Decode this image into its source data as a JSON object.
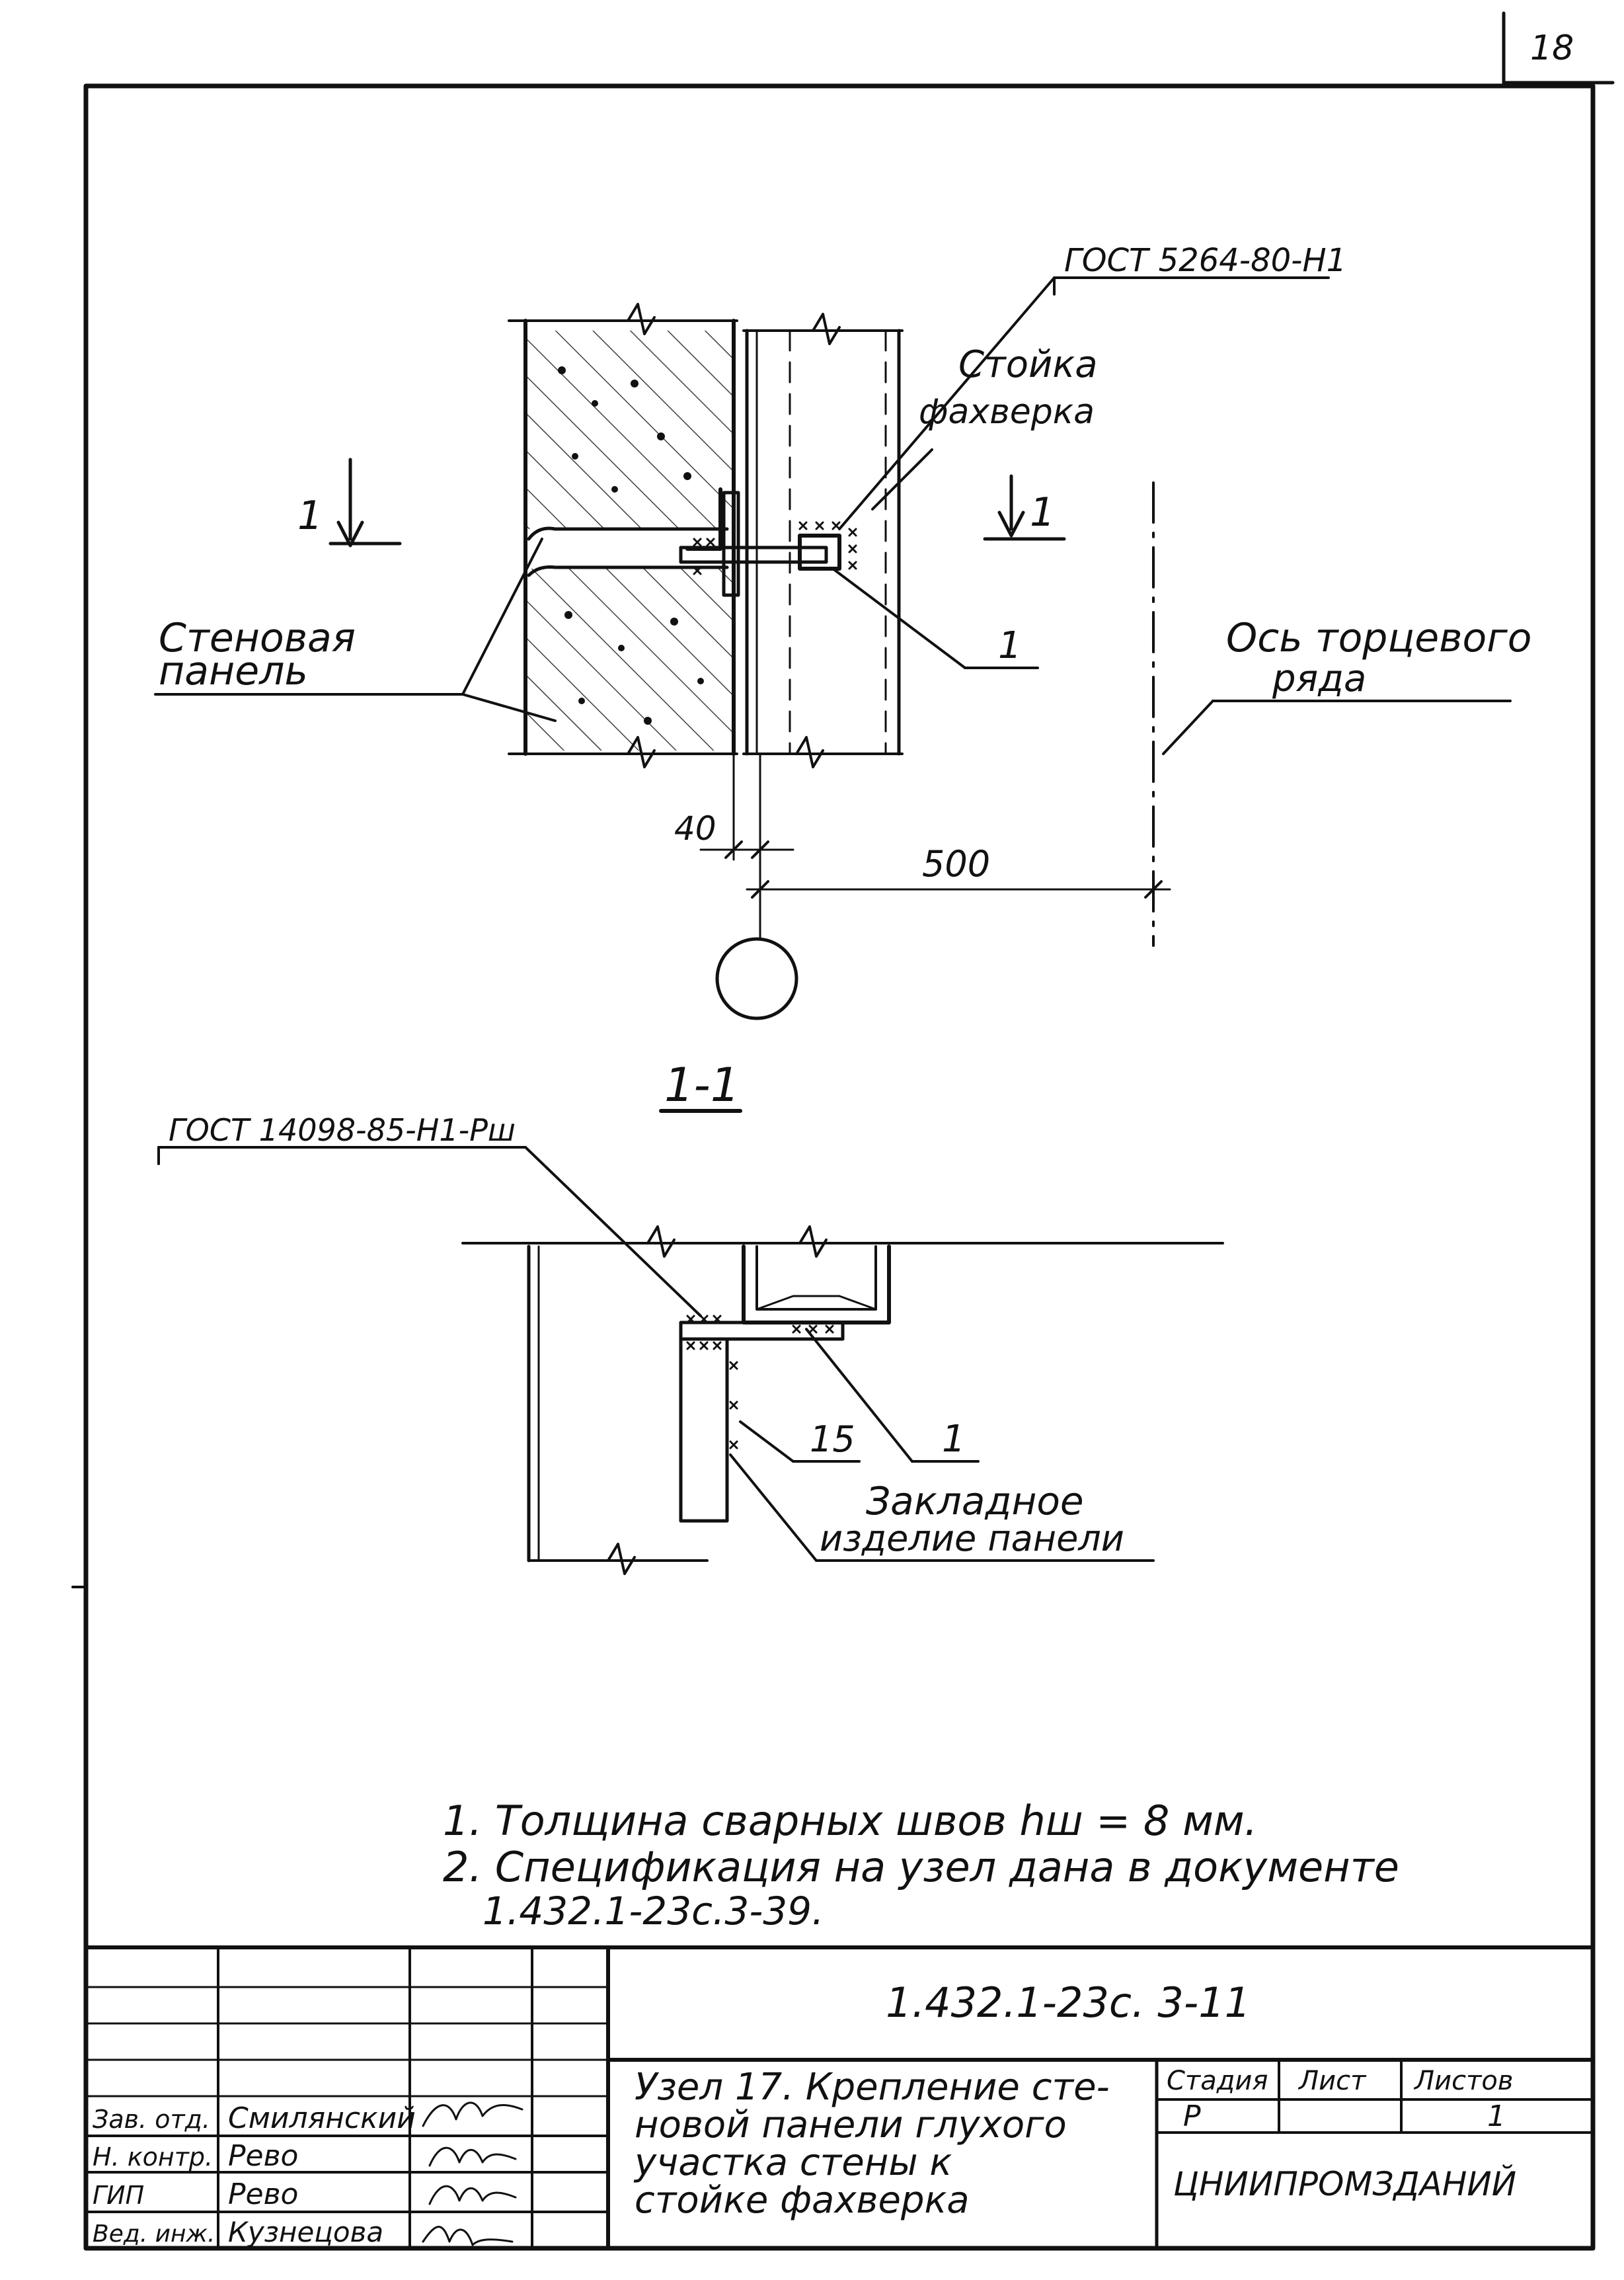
{
  "sheet": {
    "page_number": "18"
  },
  "plan_view": {
    "weld_callout": "ГОСТ 5264-80-Н1",
    "post_label": [
      "Стойка",
      "фахверка"
    ],
    "panel_label": [
      "Стеновая",
      "панель"
    ],
    "axis_label": [
      "Ось торцевого",
      "ряда"
    ],
    "item_mark": "1",
    "section_mark_left": "1",
    "section_mark_right": "1",
    "dim_offset": "40",
    "dim_axis": "500"
  },
  "section_view": {
    "title": "1-1",
    "weld_callout": "ГОСТ 14098-85-Н1-Рш",
    "dim_plate": "15",
    "item_mark": "1",
    "embedded_label": [
      "Закладное",
      "изделие панели"
    ]
  },
  "notes": [
    "1. Толщина сварных швов hш = 8 мм.",
    "2. Спецификация на узел дана в документе",
    "1.432.1-23с.3-39."
  ],
  "title_block": {
    "doc_code": "1.432.1-23с. 3-11",
    "title_lines": [
      "Узел 17. Крепление сте-",
      "новой панели глухого",
      "участка стены к",
      "стойке фахверка"
    ],
    "stage_header": "Стадия",
    "sheet_header": "Лист",
    "sheets_header": "Листов",
    "stage_value": "Р",
    "sheet_value": "",
    "sheets_value": "1",
    "organization": "ЦНИИПРОМЗДАНИЙ",
    "signatures": [
      {
        "role": "Зав. отд.",
        "name": "Смилянский"
      },
      {
        "role": "Н. контр.",
        "name": "Рево"
      },
      {
        "role": "ГИП",
        "name": "Рево"
      },
      {
        "role": "Вед. инж.",
        "name": "Кузнецова"
      }
    ]
  }
}
